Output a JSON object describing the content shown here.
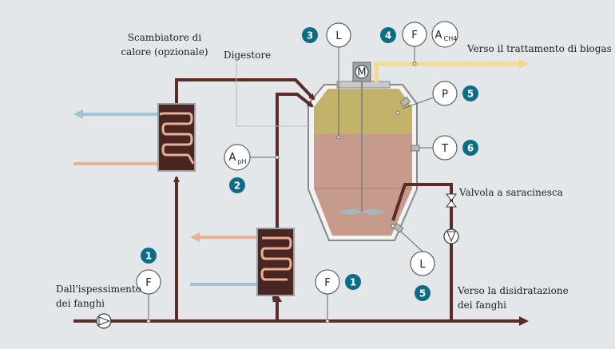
{
  "colors": {
    "background": "#e3e7ea",
    "pipe": "#5c2b26",
    "cold_flow": "#9fc3d8",
    "warm_flow": "#e9b093",
    "biogas": "#f3d98b",
    "badge": "#0e6d86",
    "gas_zone": "#c2b26a",
    "sludge_zone": "#c69b8c",
    "vessel_outline": "#888888"
  },
  "labels": {
    "heat_exchanger_line1": "Scambiatore di",
    "heat_exchanger_line2": "calore (opzionale)",
    "digester": "Digestore",
    "biogas": "Verso il trattamento di biogas",
    "gate_valve": "Valvola a saracinesca",
    "thickening_line1": "Dall'ispessimento",
    "thickening_line2": "dei fanghi",
    "dewatering_line1": "Verso la disidratazione",
    "dewatering_line2": "dei fanghi"
  },
  "instruments": {
    "level_top": "L",
    "flow_gas": "F",
    "analyzer_ch4": "A",
    "analyzer_ch4_sub": "CH4",
    "pressure": "P",
    "temperature": "T",
    "analyzer_ph": "A",
    "analyzer_ph_sub": "pH",
    "level_bottom": "L",
    "flow_inlet": "F",
    "flow_recirc": "F",
    "motor": "M"
  },
  "badges": {
    "level_top": "3",
    "flow_gas": "4",
    "pressure": "5",
    "temperature": "6",
    "ph": "2",
    "inlet_flow": "1",
    "recirc_flow": "1",
    "level_bottom": "5"
  }
}
